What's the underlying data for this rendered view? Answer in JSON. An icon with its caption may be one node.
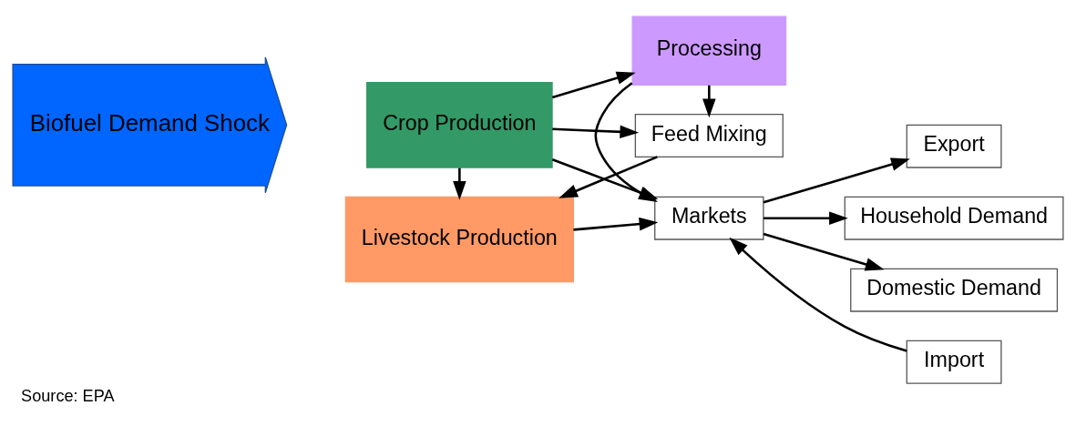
{
  "diagram": {
    "caption": "Source: EPA",
    "nodes": [
      {
        "text": [
          "Biofuel Demand Shock"
        ]
      },
      {
        "text": [
          "Crop Production"
        ]
      },
      {
        "text": [
          "Livestock Production"
        ]
      },
      {
        "text": [
          "Markets"
        ]
      },
      {
        "text": [
          "Processing"
        ]
      },
      {
        "text": [
          "Feed Mixing"
        ]
      },
      {
        "text": [
          "Household Demand"
        ]
      },
      {
        "text": [
          "Domestic Demand"
        ]
      },
      {
        "text": [
          "Export"
        ]
      },
      {
        "text": [
          "Import"
        ]
      }
    ],
    "edges": [
      {
        "from": 1,
        "to": 2,
        "arrow": "to"
      },
      {
        "from": 1,
        "to": 3,
        "arrow": "to"
      },
      {
        "from": 1,
        "to": 4,
        "arrow": "to"
      },
      {
        "from": 1,
        "to": 5,
        "arrow": "to"
      },
      {
        "from": 2,
        "to": 3,
        "arrow": "to"
      },
      {
        "from": 5,
        "to": 2,
        "arrow": "to"
      },
      {
        "from": 4,
        "to": 3,
        "arrow": "to"
      },
      {
        "from": 4,
        "to": 5,
        "arrow": "to"
      },
      {
        "from": 3,
        "to": 6,
        "arrow": "to"
      },
      {
        "from": 3,
        "to": 7,
        "arrow": "to"
      },
      {
        "from": 3,
        "to": 8,
        "arrow": "to"
      },
      {
        "from": 9,
        "to": 3,
        "arrow": "to"
      }
    ]
  }
}
